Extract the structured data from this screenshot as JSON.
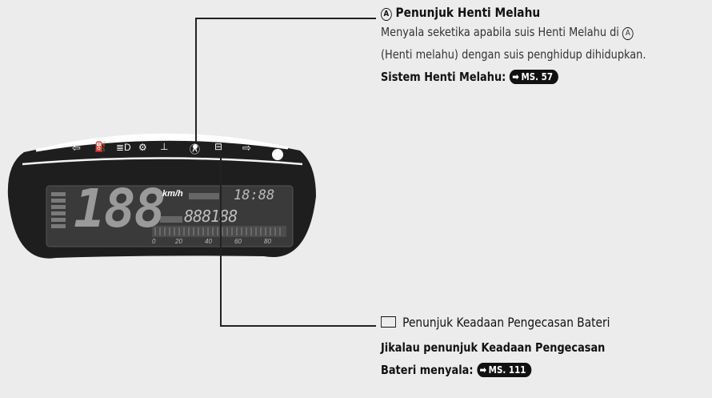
{
  "idle_stop": {
    "title": "Penunjuk Henti Melahu",
    "badge": "A",
    "desc_line1": "Menyala seketika apabila suis Henti Melahu di",
    "desc_line2": "(Henti melahu) dengan suis penghidup dihidupkan.",
    "system_label": "Sistem Henti Melahu:",
    "ref": "MS. 57"
  },
  "battery": {
    "title": "Penunjuk Keadaan Pengecasan Bateri",
    "line1": "Jikalau penunjuk Keadaan Pengecasan",
    "line2": "Bateri menyala:",
    "ref": "MS. 111"
  },
  "dashboard": {
    "speed_digits": "188",
    "speed_unit": "km/h",
    "clock": "18:88",
    "odometer": "888188",
    "tach_labels": [
      "0",
      "20",
      "40",
      "60",
      "80"
    ]
  }
}
